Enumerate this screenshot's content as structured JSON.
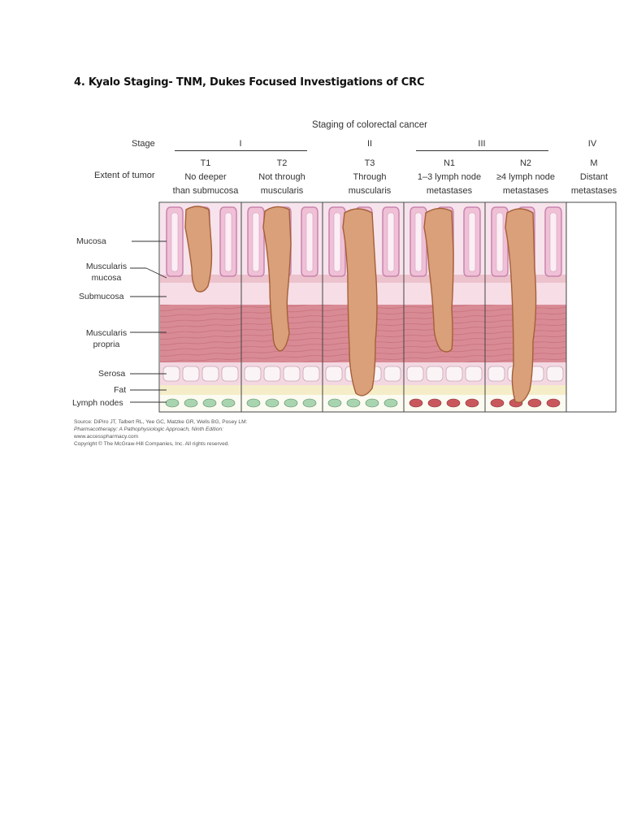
{
  "heading": "4. Kyalo Staging- TNM, Dukes Focused Investigations of CRC",
  "figure": {
    "title": "Staging of colorectal cancer",
    "stage_label": "Stage",
    "extent_label": "Extent of tumor",
    "stages": {
      "I": "I",
      "II": "II",
      "III": "III",
      "IV": "IV"
    },
    "columns": [
      {
        "code": "T1",
        "line1": "No deeper",
        "line2": "than submucosa"
      },
      {
        "code": "T2",
        "line1": "Not through",
        "line2": "muscularis"
      },
      {
        "code": "T3",
        "line1": "Through",
        "line2": "muscularis"
      },
      {
        "code": "N1",
        "line1": "1–3 lymph node",
        "line2": "metastases"
      },
      {
        "code": "N2",
        "line1": "≥4 lymph node",
        "line2": "metastases"
      },
      {
        "code": "M",
        "line1": "Distant",
        "line2": "metastases"
      }
    ],
    "layers": {
      "mucosa": "Mucosa",
      "muscularis_mucosa_1": "Muscularis",
      "muscularis_mucosa_2": "mucosa",
      "submucosa": "Submucosa",
      "muscularis_propria_1": "Muscularis",
      "muscularis_propria_2": "propria",
      "serosa": "Serosa",
      "fat": "Fat",
      "lymph_nodes": "Lymph nodes"
    },
    "colors": {
      "mucosa": "#f4d6e4",
      "muscle": "#d98b95",
      "tumor": "#d9a07a",
      "node_normal": "#a9d4b0",
      "node_metastatic": "#c9585c"
    }
  },
  "source": {
    "line1": "Source: DiPiro JT, Talbert RL, Yee GC, Matzke GR, Wells BG, Posey LM:",
    "line2": "Pharmacotherapy: A Pathophysiologic Approach, Ninth Edition:",
    "line3": "www.accesspharmacy.com",
    "line4": "Copyright © The McGraw-Hill Companies, Inc. All rights reserved."
  }
}
